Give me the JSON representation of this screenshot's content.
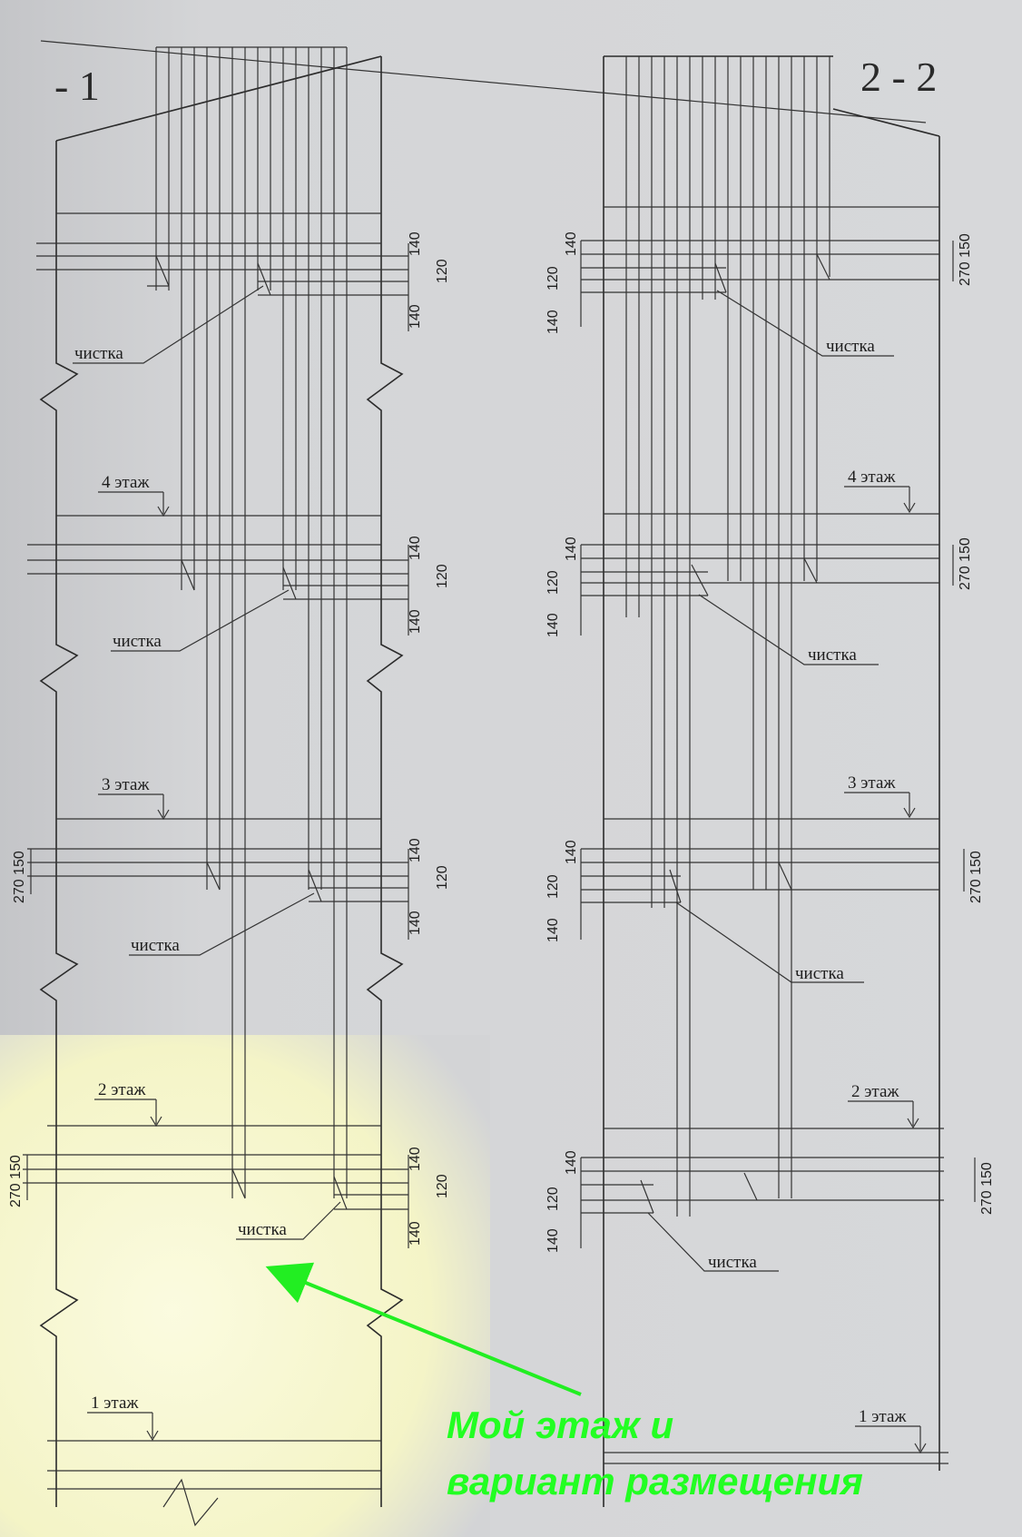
{
  "sections": [
    {
      "title": "- 1"
    },
    {
      "title": "2 - 2"
    }
  ],
  "floors": {
    "f4": "4 этаж",
    "f3": "3 этаж",
    "f2": "2 этаж",
    "f1": "1 этаж"
  },
  "cleanout_label": "чистка",
  "dims": {
    "d140": "140",
    "d120": "120",
    "d270_150": "270 150"
  },
  "annotation": {
    "line1": "Мой этаж и",
    "line2": "вариант размещения",
    "color": "#22ff22"
  },
  "highlight_color": "#fbfbd2"
}
